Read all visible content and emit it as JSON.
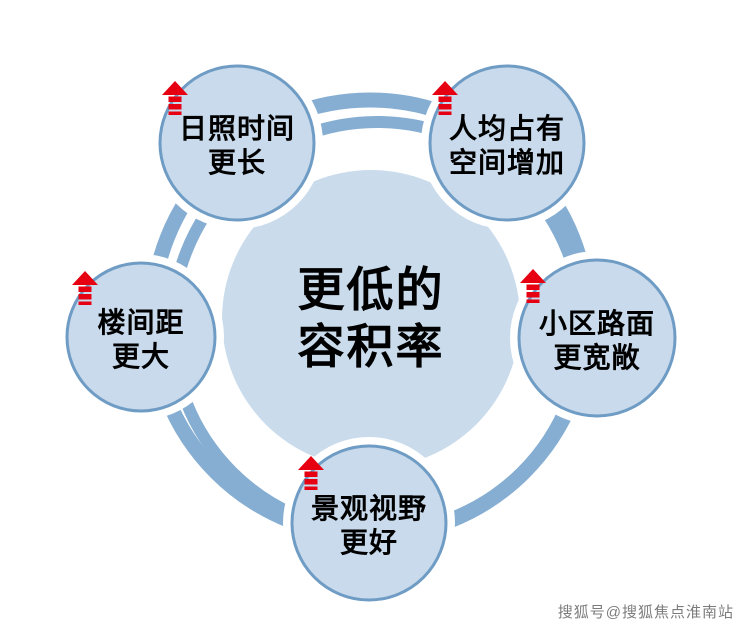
{
  "diagram": {
    "title_semantic": "lower-floor-area-ratio-benefits",
    "center": {
      "line1": "更低的",
      "line2": "容积率"
    },
    "nodes": [
      {
        "id": "sunshine-duration",
        "line1": "日照时间",
        "line2": "更长"
      },
      {
        "id": "per-capita-space",
        "line1": "人均占有",
        "line2": "空间增加"
      },
      {
        "id": "road-width",
        "line1": "小区路面",
        "line2": "更宽敞"
      },
      {
        "id": "landscape-view",
        "line1": "景观视野",
        "line2": "更好"
      },
      {
        "id": "building-spacing",
        "line1": "楼间距",
        "line2": "更大"
      }
    ]
  },
  "icons": {
    "node_arrow": "increase-up-arrow"
  },
  "colors": {
    "node_fill": "#c8daeb",
    "node_border": "#6f9cc4",
    "ring_blue": "#85aed2",
    "center_fill": "#cadcec",
    "arrow_red": "#e60012",
    "text_black": "#000000",
    "watermark_gray": "#7c7c7c"
  },
  "watermark": "搜狐号@搜狐焦点淮南站"
}
